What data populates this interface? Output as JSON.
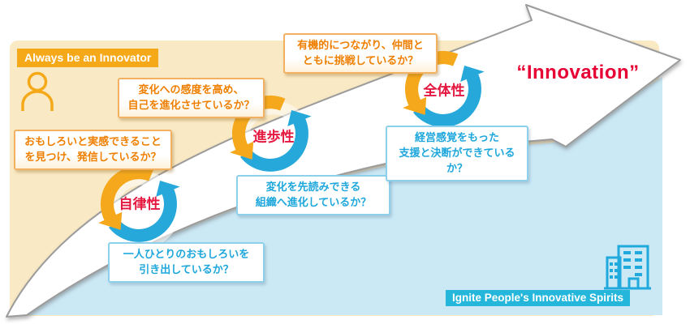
{
  "header": {
    "tagline": "Always be an Innovator"
  },
  "footer": {
    "tagline": "Ignite People's Innovative Spirits"
  },
  "goal_label": "“Innovation”",
  "stages": [
    {
      "name": "自律性",
      "top_question": "おもしろいと実感できること\nを見つけ、発信しているか？",
      "bottom_question": "一人ひとりのおもしろいを\n引き出しているか？"
    },
    {
      "name": "進歩性",
      "top_question": "変化への感度を高め、\n自己を進化させているか？",
      "bottom_question": "変化を先読みできる\n組織へ進化しているか？"
    },
    {
      "name": "全体性",
      "top_question": "有機的につながり、仲間と\nともに挑戦しているか？",
      "bottom_question": "経営感覚をもった\n支援と決断ができているか？"
    }
  ],
  "icons": [
    "person-icon",
    "office-building-icon",
    "cycle-arrows-icon",
    "innovation-arrow"
  ],
  "colors": {
    "beige_bg": "#F9E9C4",
    "blue_bg": "#CBE8F5",
    "orange": "#F6A81C",
    "cycle_blue": "#27A8DB",
    "orange_text": "#EE7F00",
    "blue_text": "#1EA7DC",
    "red_label": "#E5173F",
    "innovation_red": "#E60033",
    "tagline_top_bg": "#F6A918",
    "tagline_bottom_bg": "#24B6DB",
    "icon_blue": "#1FA9DC"
  }
}
